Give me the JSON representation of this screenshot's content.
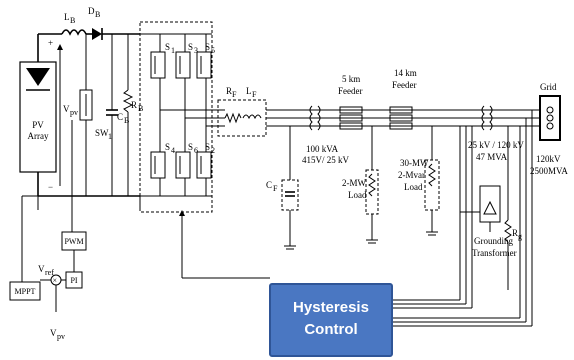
{
  "labels": {
    "lb": "L",
    "lb_sub": "B",
    "db": "D",
    "db_sub": "B",
    "vpv": "V",
    "vpv_sub": "pv",
    "sw1": "SW",
    "sw1_sub": "1",
    "cb": "C",
    "cb_sub": "B",
    "rb": "R",
    "rb_sub": "B",
    "s1": "S",
    "s1_sub": "1",
    "s3": "S",
    "s3_sub": "3",
    "s5": "S",
    "s5_sub": "5",
    "s4": "S",
    "s4_sub": "4",
    "s6": "S",
    "s6_sub": "6",
    "s2": "S",
    "s2_sub": "2",
    "rf": "R",
    "rf_sub": "F",
    "lf": "L",
    "lf_sub": "F",
    "cf": "C",
    "cf_sub": "F",
    "pv_array_1": "PV",
    "pv_array_2": "Array",
    "pwm": "PWM",
    "mppt": "MPPT",
    "pi": "PI",
    "vref": "V",
    "vref_sub": "ref",
    "vpv_bottom": "V",
    "vpv_bottom_sub": "pv",
    "feeder5_1": "5 km",
    "feeder5_2": "Feeder",
    "feeder14_1": "14 km",
    "feeder14_2": "Feeder",
    "tx1_1": "100 kVA",
    "tx1_2": "415V/ 25 kV",
    "load2_1": "2-MW",
    "load2_2": "Load",
    "load30_1": "30-MW",
    "load30_2": "2-Mvar",
    "load30_3": "Load",
    "tx2_1": "25 kV / 120 kV",
    "tx2_2": "47 MVA",
    "grid": "Grid",
    "grid_1": "120kV",
    "grid_2": "2500MVA",
    "ground_1": "Grounding",
    "ground_2": "Transformer",
    "rg": "R",
    "rg_sub": "g",
    "hyst_1": "Hysteresis",
    "hyst_2": "Control",
    "plus": "+",
    "minus": "−",
    "x_mark": "×"
  },
  "colors": {
    "control_box": "#4a77c2",
    "control_border": "#2f5597",
    "control_text": "#ffffff"
  }
}
